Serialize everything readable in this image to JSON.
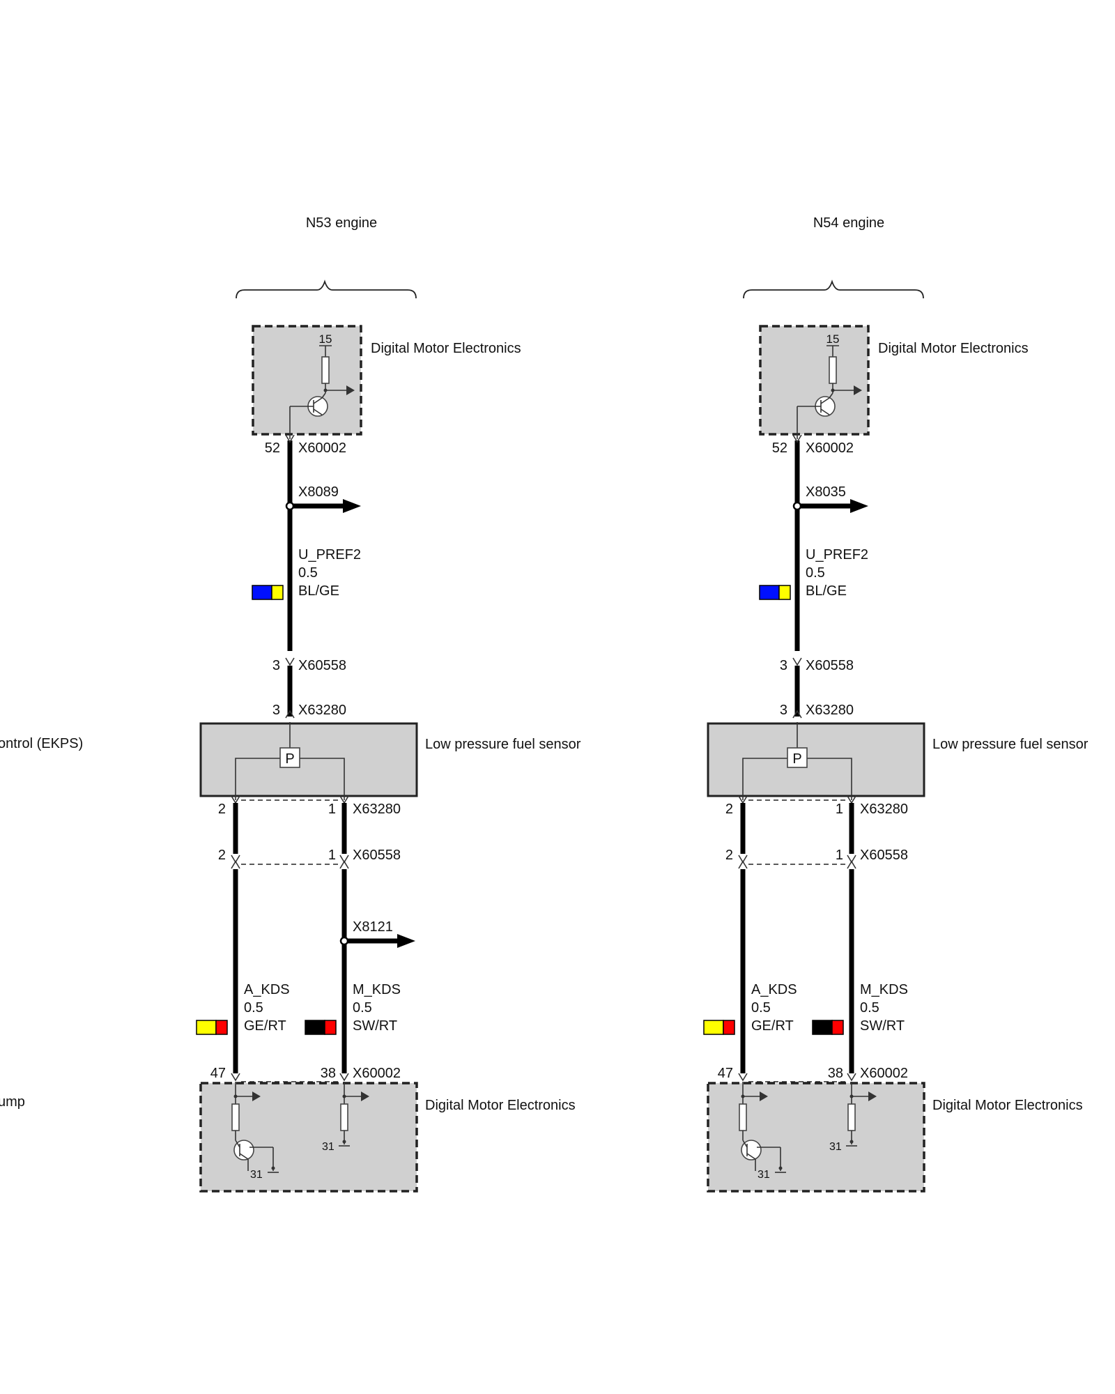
{
  "cutoff": {
    "left_label_1": "ontrol (EKPS)",
    "left_label_2": "ump"
  },
  "colors": {
    "box_fill": "#d0d0d0",
    "wire": "#000000",
    "blue": "#0010ff",
    "yellow": "#ffff00",
    "red": "#ff0000",
    "black": "#000000"
  },
  "panels": [
    {
      "title": "N53 engine",
      "dme_top": {
        "name": "Digital Motor Electronics",
        "terminal": "15",
        "pin": "52",
        "connector": "X60002"
      },
      "splice_1": "X8089",
      "wire_1": {
        "signal": "U_PREF2",
        "gauge": "0.5",
        "color_code": "BL/GE",
        "swatch": [
          "#0010ff",
          "#ffff00"
        ]
      },
      "conn_a": {
        "pin": "3",
        "name": "X60558"
      },
      "conn_b": {
        "pin": "3",
        "name": "X63280"
      },
      "sensor": {
        "name": "Low pressure fuel sensor",
        "symbol": "P"
      },
      "sensor_bottom": {
        "pin_left": "2",
        "pin_right": "1",
        "name": "X63280"
      },
      "conn_c": {
        "pin_left": "2",
        "pin_right": "1",
        "name": "X60558"
      },
      "splice_2": "X8121",
      "wire_left": {
        "signal": "A_KDS",
        "gauge": "0.5",
        "color_code": "GE/RT",
        "swatch": [
          "#ffff00",
          "#ff0000"
        ]
      },
      "wire_right": {
        "signal": "M_KDS",
        "gauge": "0.5",
        "color_code": "SW/RT",
        "swatch": [
          "#000000",
          "#ff0000"
        ]
      },
      "dme_bottom": {
        "name": "Digital Motor Electronics",
        "pin_left": "47",
        "pin_right": "38",
        "connector": "X60002",
        "ground_left": "31",
        "ground_right": "31"
      }
    },
    {
      "title": "N54 engine",
      "dme_top": {
        "name": "Digital Motor Electronics",
        "terminal": "15",
        "pin": "52",
        "connector": "X60002"
      },
      "splice_1": "X8035",
      "wire_1": {
        "signal": "U_PREF2",
        "gauge": "0.5",
        "color_code": "BL/GE",
        "swatch": [
          "#0010ff",
          "#ffff00"
        ]
      },
      "conn_a": {
        "pin": "3",
        "name": "X60558"
      },
      "conn_b": {
        "pin": "3",
        "name": "X63280"
      },
      "sensor": {
        "name": "Low pressure fuel sensor",
        "symbol": "P"
      },
      "sensor_bottom": {
        "pin_left": "2",
        "pin_right": "1",
        "name": "X63280"
      },
      "conn_c": {
        "pin_left": "2",
        "pin_right": "1",
        "name": "X60558"
      },
      "splice_2": null,
      "wire_left": {
        "signal": "A_KDS",
        "gauge": "0.5",
        "color_code": "GE/RT",
        "swatch": [
          "#ffff00",
          "#ff0000"
        ]
      },
      "wire_right": {
        "signal": "M_KDS",
        "gauge": "0.5",
        "color_code": "SW/RT",
        "swatch": [
          "#000000",
          "#ff0000"
        ]
      },
      "dme_bottom": {
        "name": "Digital Motor Electronics",
        "pin_left": "47",
        "pin_right": "38",
        "connector": "X60002",
        "ground_left": "31",
        "ground_right": "31"
      }
    }
  ]
}
